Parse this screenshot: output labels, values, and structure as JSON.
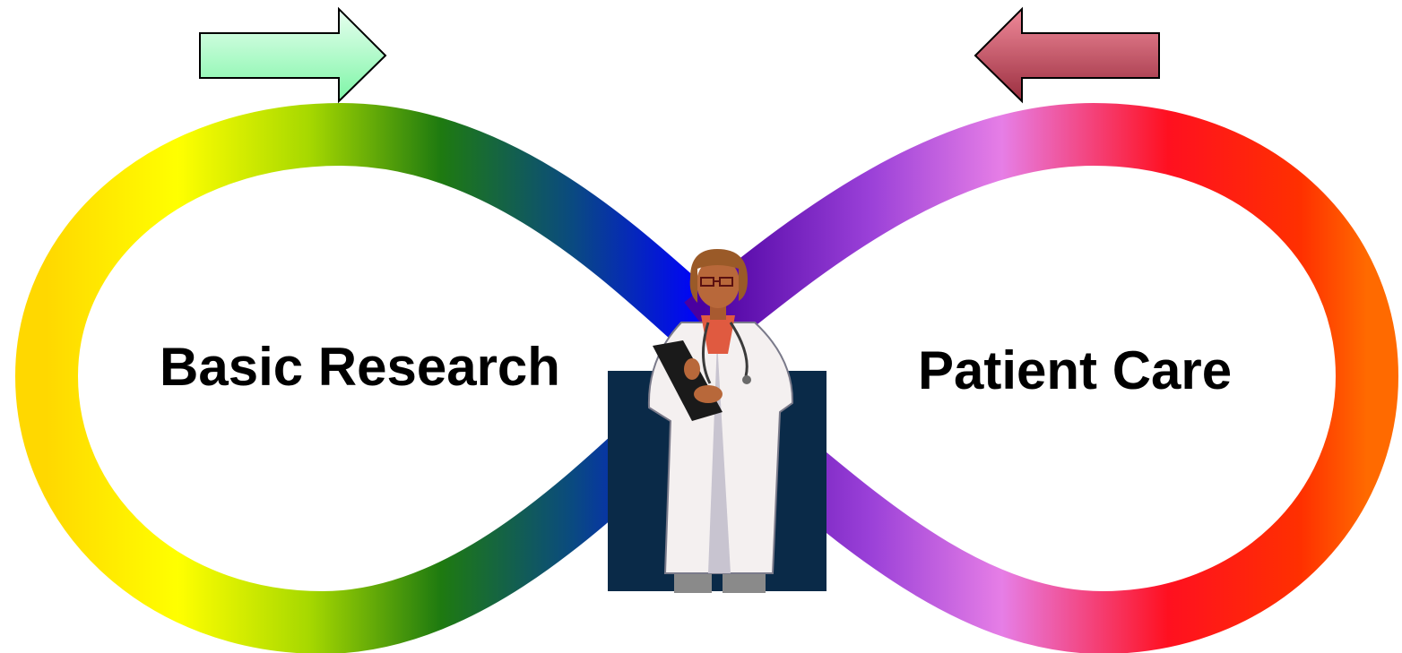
{
  "labels": {
    "left": "Basic Research",
    "right": "Patient Care"
  },
  "arrows": {
    "left": {
      "direction": "right",
      "color_light": "#e8fff0",
      "color_dark": "#7df5a6"
    },
    "right": {
      "direction": "left",
      "color_light": "#f08a9a",
      "color_dark": "#9a2e3f"
    }
  },
  "loop": {
    "colors_left": [
      "#ffe800",
      "#ffff00",
      "#a6d800",
      "#1e8a10",
      "#0a6a50",
      "#0000ff"
    ],
    "colors_right": [
      "#4a00a0",
      "#8a30d0",
      "#e67ee6",
      "#ff0000",
      "#ff4400",
      "#ff6a00"
    ],
    "center_box_color": "#0a2a48"
  },
  "figure": {
    "icon": "doctor-with-clipboard-icon"
  }
}
